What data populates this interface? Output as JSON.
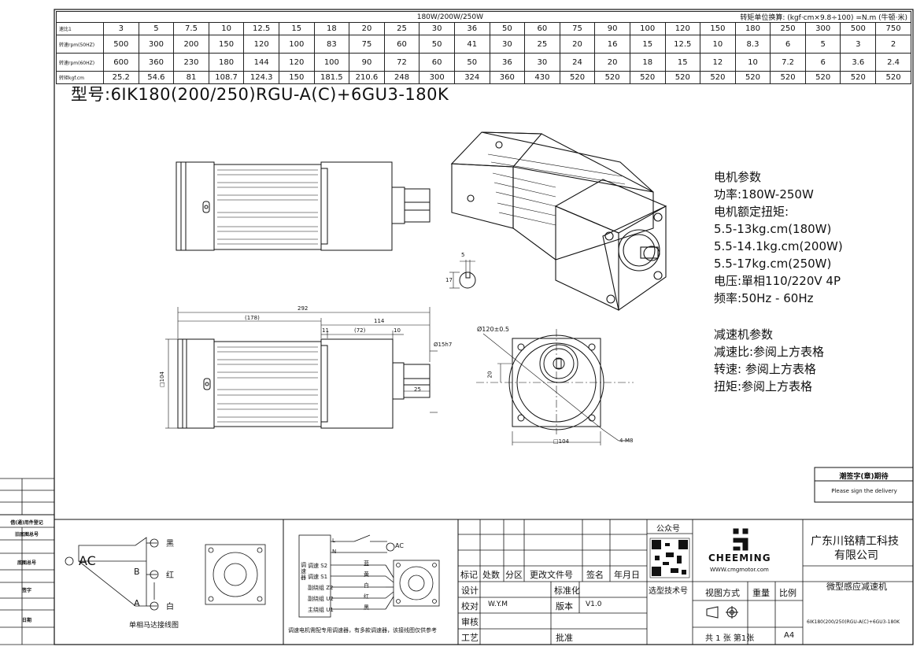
{
  "spec_table": {
    "header_center": "180W/200W/250W",
    "header_right": "转矩单位换算:  (kgf·cm×9.8÷100) =N.m (牛顿·米)",
    "rows": [
      {
        "label": "速比1",
        "values": [
          "3",
          "5",
          "7.5",
          "10",
          "12.5",
          "15",
          "18",
          "20",
          "25",
          "30",
          "36",
          "50",
          "60",
          "75",
          "90",
          "100",
          "120",
          "150",
          "180",
          "250",
          "300",
          "500",
          "750"
        ]
      },
      {
        "label": "转速rpm(50HZ)",
        "values": [
          "500",
          "300",
          "200",
          "150",
          "120",
          "100",
          "83",
          "75",
          "60",
          "50",
          "41",
          "30",
          "25",
          "20",
          "16",
          "15",
          "12.5",
          "10",
          "8.3",
          "6",
          "5",
          "3",
          "2"
        ]
      },
      {
        "label": "转速rpm(60HZ)",
        "values": [
          "600",
          "360",
          "230",
          "180",
          "144",
          "120",
          "100",
          "90",
          "72",
          "60",
          "50",
          "36",
          "30",
          "24",
          "20",
          "18",
          "15",
          "12",
          "10",
          "7.2",
          "6",
          "3.6",
          "2.4"
        ]
      },
      {
        "label": "转矩kgf.cm",
        "values": [
          "25.2",
          "54.6",
          "81",
          "108.7",
          "124.3",
          "150",
          "181.5",
          "210.6",
          "248",
          "300",
          "324",
          "360",
          "430",
          "520",
          "520",
          "520",
          "520",
          "520",
          "520",
          "520",
          "520",
          "520",
          "520"
        ]
      }
    ]
  },
  "model_title": "型号:6IK180(200/250)RGU-A(C)+6GU3-180K",
  "motor_params": {
    "heading": "电机参数",
    "lines": [
      "功率:180W-250W",
      "电机额定扭矩:",
      "5.5-13kg.cm(180W)",
      "5.5-14.1kg.cm(200W)",
      "5.5-17kg.cm(250W)",
      "电压:單相110/220V 4P",
      "频率:50Hz - 60Hz"
    ]
  },
  "gear_params": {
    "heading": "减速机参数",
    "lines": [
      "减速比:参阅上方表格",
      "转速: 参阅上方表格",
      "扭矩:参阅上方表格"
    ]
  },
  "dimensions": {
    "shaft_key_w": "5",
    "shaft_key_h": "17",
    "total_len": "292",
    "motor_len": "(178)",
    "gear_len": "114",
    "gear_body": "(72)",
    "flange_gap": "11",
    "shaft_step": "10",
    "shaft_dia": "Ø15h7",
    "shaft_len": "25",
    "square": "□104",
    "pilot": "Ø120±0.5",
    "offset": "20",
    "square_bottom": "□104",
    "holes": "4-M8"
  },
  "signature_box": {
    "line1": "潮签字(章)期待",
    "line2": "Please sign the delivery"
  },
  "left_labels": [
    "借(通)用件登记",
    "旧底图总号",
    "底图总号",
    "签字",
    "日期"
  ],
  "wiring1": {
    "ac": "AC",
    "b": "B",
    "a": "A",
    "black": "黑",
    "red": "红",
    "white": "白",
    "caption": "单相马达接线图"
  },
  "wiring2": {
    "l": "L",
    "n": "N",
    "ac": "AC",
    "box": "调速器",
    "pins": [
      "调速 S2",
      "调速 S1",
      "副绕组 Z2",
      "副绕组 U2",
      "主绕组 U1"
    ],
    "colors": [
      "蓝",
      "黄",
      "白",
      "红",
      "黑"
    ],
    "caption": "调速电机需配专用调速器，有多款调速器，该接线图仅供参考"
  },
  "title_block": {
    "mark": "标记",
    "count": "处数",
    "zone": "分区",
    "change_doc": "更改文件号",
    "sign": "签名",
    "date": "年月日",
    "design": "设计",
    "standard": "标准化",
    "check": "校对",
    "checker": "W.Y.M",
    "version": "版本",
    "version_val": "V1.0",
    "review": "审核",
    "process": "工艺",
    "approve": "批准",
    "wechat": "公众号",
    "selection": "选型技术号",
    "brand": "CHEEMING",
    "website": "WWW.cmgmotor.com",
    "company_line1": "广东川铭精工科技",
    "company_line2": "有限公司",
    "product": "微型感应减速机",
    "view_method": "视图方式",
    "weight": "重量",
    "scale": "比例",
    "sheets": "共 1 张 第1张",
    "paper": "A4",
    "model_small": "6IK180(200/250)RGU-A(C)+6GU3-180K"
  }
}
